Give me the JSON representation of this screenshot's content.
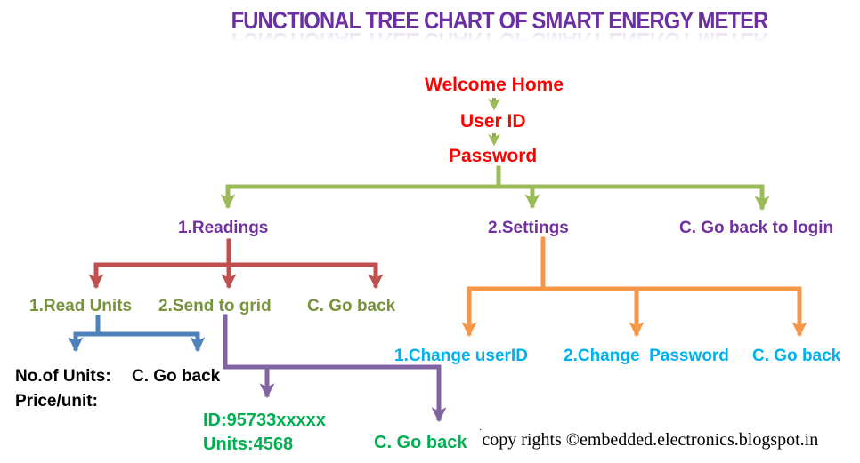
{
  "title": "FUNCTIONAL TREE CHART OF SMART ENERGY METER",
  "login_flow": {
    "welcome": "Welcome Home",
    "user_id": "User ID",
    "password": "Password"
  },
  "main_menu": {
    "readings": "1.Readings",
    "settings": "2.Settings",
    "go_back_to_login": "C. Go back to login"
  },
  "readings_menu": {
    "read_units": "1.Read Units",
    "send_to_grid": "2.Send to grid",
    "go_back": "C. Go back"
  },
  "read_units_screen": {
    "no_of_units": "No.of Units:",
    "go_back": "C. Go back",
    "price_per_unit": "Price/unit:"
  },
  "send_to_grid_screen": {
    "meter_id": "ID:95733xxxxx",
    "units": "Units:4568",
    "go_back": "C. Go back"
  },
  "settings_menu": {
    "change_user_id": "1.Change userID",
    "change_password": "2.Change  Password",
    "go_back": "C. Go back"
  },
  "footer": {
    "mark": "˙",
    "copyright": "copy rights ©embedded.electronics.blogspot.in"
  },
  "colors": {
    "title_purple": "#6B2FA3",
    "node_red": "#FF0000",
    "node_purple": "#7030A0",
    "node_olive": "#77933C",
    "node_cyan": "#00B0F0",
    "node_green": "#00B050",
    "node_black": "#000000",
    "branch_green": "#9BBB59",
    "branch_red": "#C0504D",
    "branch_blue": "#4F81BD",
    "branch_purple": "#8064A2",
    "branch_orange": "#F79646"
  }
}
